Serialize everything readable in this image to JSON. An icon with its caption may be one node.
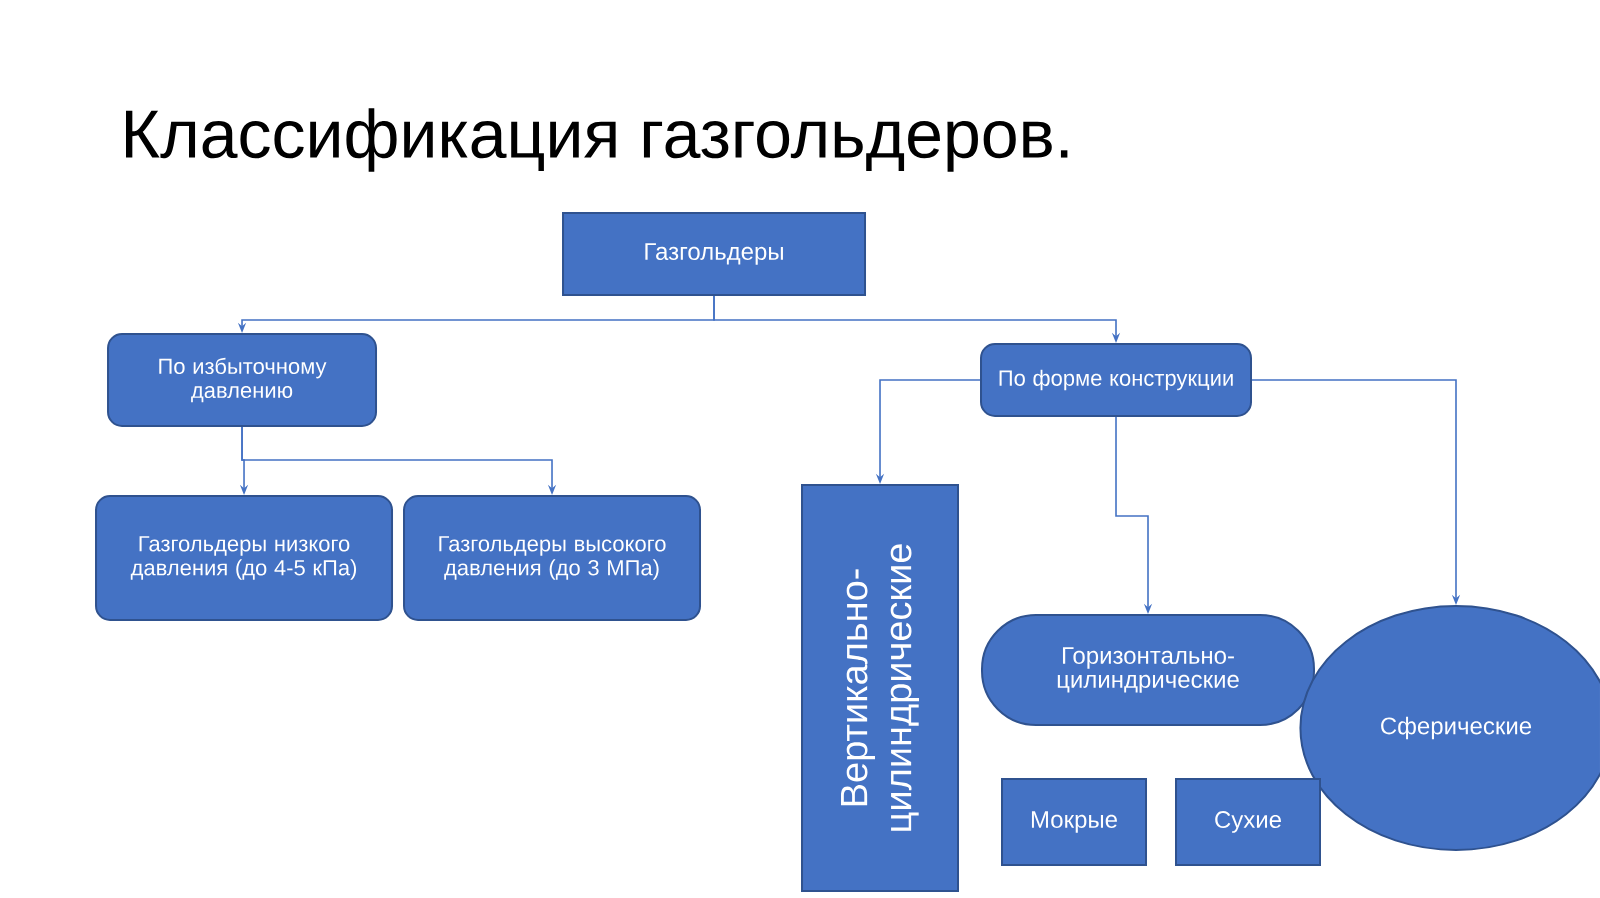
{
  "diagram": {
    "title": "Классификация газгольдеров.",
    "nodes": [
      {
        "text": [
          "Газгольдеры"
        ]
      },
      {
        "text": [
          "По избыточному давлению"
        ]
      },
      {
        "text": [
          "По форме конструкции"
        ]
      },
      {
        "text": [
          "Газгольдеры низкого давления (до 4-5 кПа)"
        ]
      },
      {
        "text": [
          "Газгольдеры высокого давления (до 3 МПа)"
        ]
      },
      {
        "text": [
          "Вертикально-цилиндрические"
        ]
      },
      {
        "text": [
          "Горизонтально-цилиндрические"
        ]
      },
      {
        "text": [
          "Сферические"
        ]
      },
      {
        "text": [
          "Мокрые"
        ]
      },
      {
        "text": [
          "Сухие"
        ]
      }
    ],
    "edges": [
      {
        "from": 0,
        "to": 1,
        "arrow": "to"
      },
      {
        "from": 0,
        "to": 2,
        "arrow": "to"
      },
      {
        "from": 1,
        "to": 3,
        "arrow": "to"
      },
      {
        "from": 1,
        "to": 4,
        "arrow": "to"
      },
      {
        "from": 2,
        "to": 5,
        "arrow": "to"
      },
      {
        "from": 2,
        "to": 6,
        "arrow": "to"
      },
      {
        "from": 2,
        "to": 7,
        "arrow": "to"
      }
    ]
  }
}
